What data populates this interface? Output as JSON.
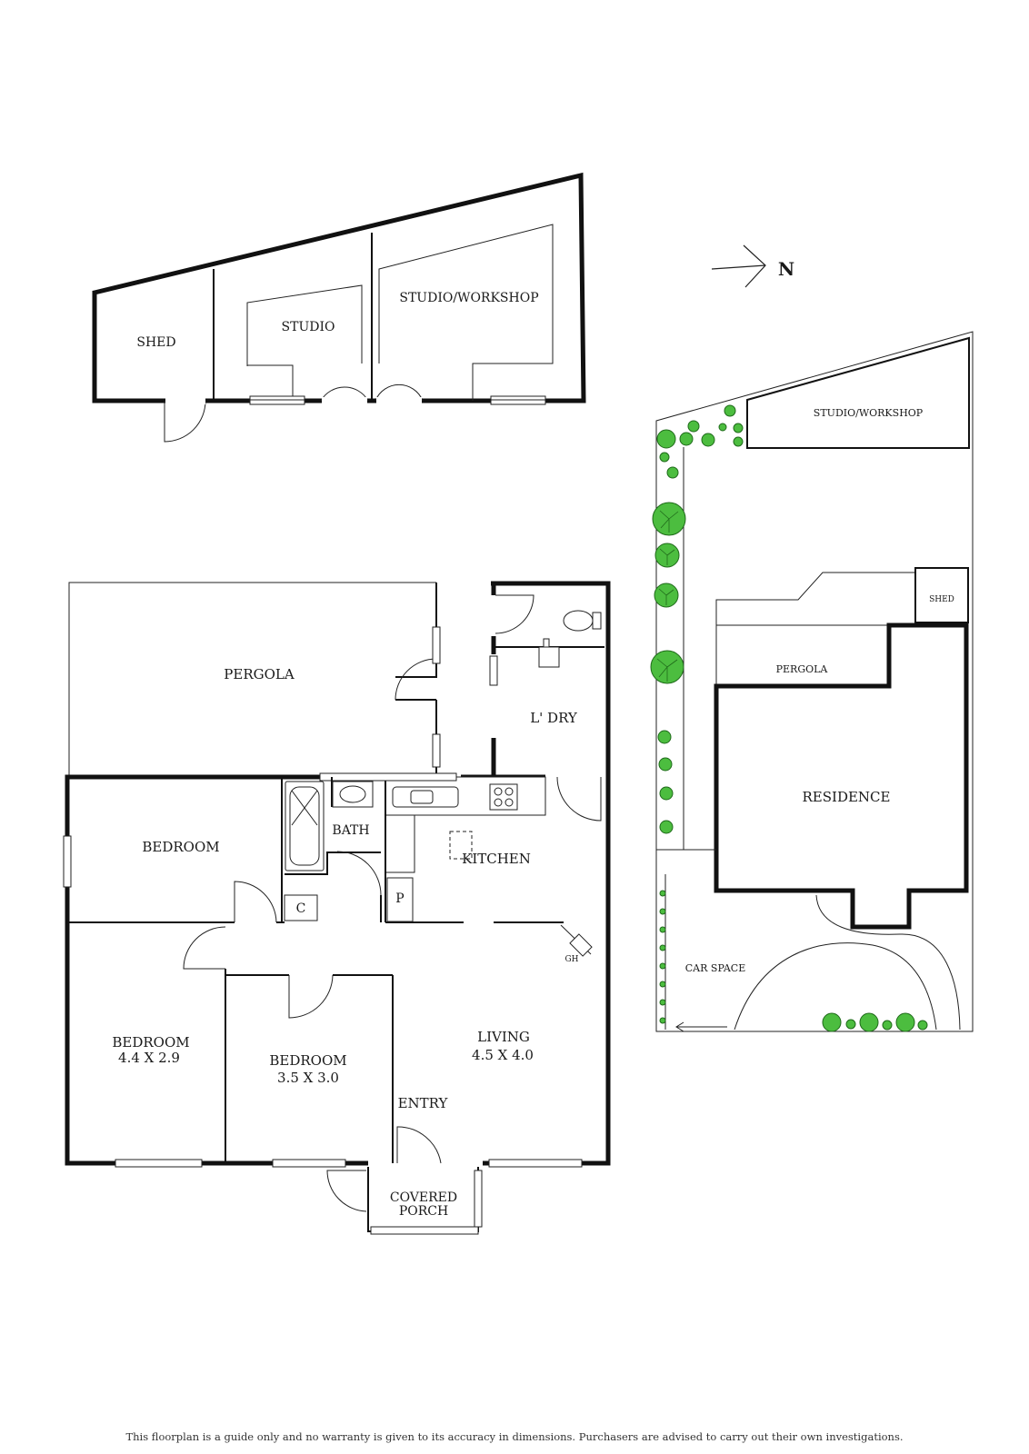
{
  "outbuilding": {
    "shed": "SHED",
    "studio": "STUDIO",
    "studio_workshop": "STUDIO/WORKSHOP"
  },
  "compass": {
    "label": "N"
  },
  "house": {
    "pergola": "PERGOLA",
    "laundry": "L' DRY",
    "bedroom_1": {
      "name": "BEDROOM",
      "size": ""
    },
    "bath": "BATH",
    "cupboard": "C",
    "pantry": "P",
    "kitchen": "KITCHEN",
    "gas_heater": "GH",
    "bedroom_2": {
      "name": "BEDROOM",
      "size": "4.4 X 2.9"
    },
    "bedroom_3": {
      "name": "BEDROOM",
      "size": "3.5 X 3.0"
    },
    "living": {
      "name": "LIVING",
      "size": "4.5 X 4.0"
    },
    "entry": "ENTRY",
    "porch_line1": "COVERED",
    "porch_line2": "PORCH"
  },
  "site": {
    "studio_workshop": "STUDIO/WORKSHOP",
    "shed": "SHED",
    "pergola": "PERGOLA",
    "residence": "RESIDENCE",
    "car_space": "CAR SPACE"
  },
  "disclaimer": "This floorplan is a guide only and no warranty is given to its accuracy in dimensions. Purchasers are advised to carry out their own investigations."
}
